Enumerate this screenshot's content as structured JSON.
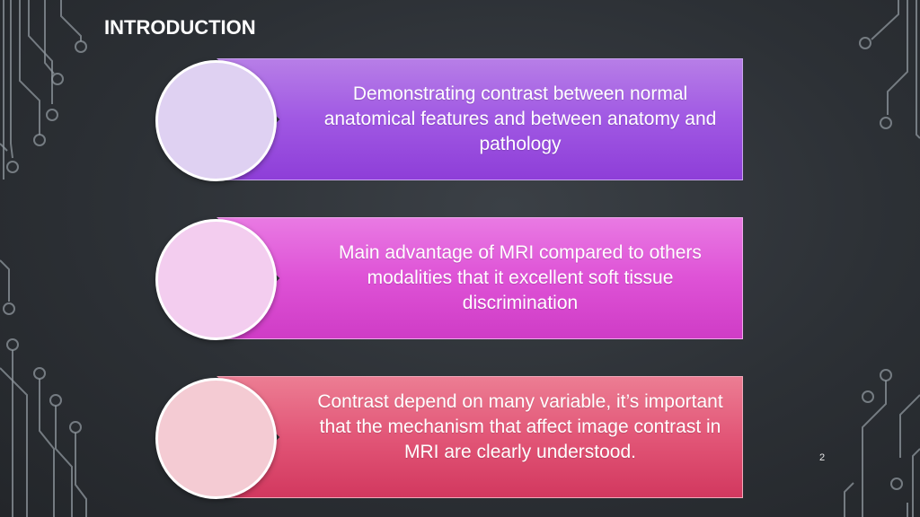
{
  "slide": {
    "title": "INTRODUCTION",
    "page_number": "2"
  },
  "items": [
    {
      "text": "Demonstrating contrast between normal anatomical features and between anatomy and pathology",
      "panel_color": "#a058e3",
      "circle_color": "#dfd1f2"
    },
    {
      "text": "Main advantage of MRI compared to others modalities that it excellent soft tissue discrimination",
      "panel_color": "#de52d6",
      "circle_color": "#f3cdef"
    },
    {
      "text": "Contrast depend on many variable, it’s important that the mechanism that affect image contrast in MRI are clearly understood.",
      "panel_color": "#e25677",
      "circle_color": "#f4cbd3"
    }
  ],
  "theme": {
    "background": "#2c3035",
    "circuit_line_color": "#9aa3ab",
    "text_color": "#ffffff"
  }
}
